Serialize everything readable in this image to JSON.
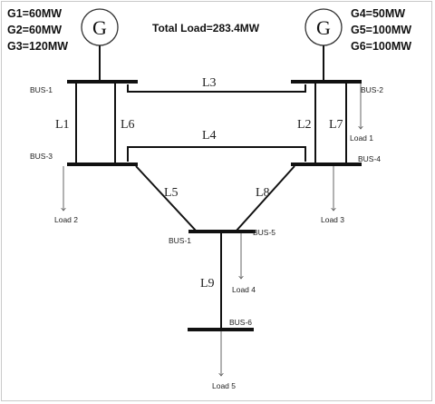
{
  "generators": {
    "left": {
      "symbol": "G",
      "lines": [
        "G1=60MW",
        "G2=60MW",
        "G3=120MW"
      ]
    },
    "right": {
      "symbol": "G",
      "lines": [
        "G4=50MW",
        "G5=100MW",
        "G6=100MW"
      ]
    }
  },
  "total_load": "Total Load=283.4MW",
  "buses": {
    "bus1_top": "BUS-1",
    "bus2": "BUS-2",
    "bus3": "BUS-3",
    "bus4": "BUS-4",
    "bus5_left": "BUS-1",
    "bus5_right": "BUS-5",
    "bus6": "BUS-6"
  },
  "lines": {
    "L1": "L1",
    "L2": "L2",
    "L3": "L3",
    "L4": "L4",
    "L5": "L5",
    "L6": "L6",
    "L7": "L7",
    "L8": "L8",
    "L9": "L9"
  },
  "loads": {
    "load1": "Load 1",
    "load2": "Load 2",
    "load3": "Load 3",
    "load4": "Load 4",
    "load5": "Load 5"
  },
  "colors": {
    "ink": "#111111",
    "frame": "#c9c9c9"
  }
}
